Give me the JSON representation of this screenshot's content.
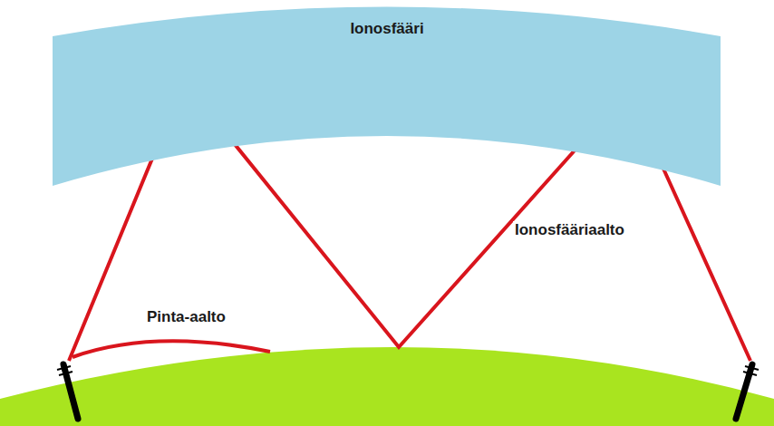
{
  "diagram": {
    "nodes": [
      {
        "text": [
          "Ionosfääri"
        ]
      }
    ],
    "labels": [
      "Pinta-aalto",
      "Ionosfääriaalto"
    ]
  }
}
